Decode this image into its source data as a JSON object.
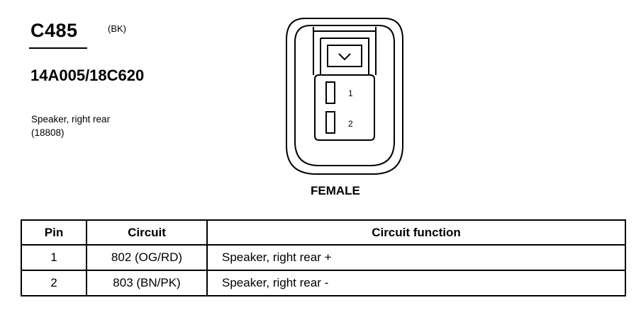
{
  "connector": {
    "id": "C485",
    "color_code": "(BK)",
    "part_number": "14A005/18C620",
    "description_line1": "Speaker, right rear",
    "description_line2": "(18808)",
    "gender": "FEMALE",
    "pin_labels": [
      "1",
      "2"
    ]
  },
  "table": {
    "headers": {
      "pin": "Pin",
      "circuit": "Circuit",
      "function": "Circuit function"
    },
    "rows": [
      {
        "pin": "1",
        "circuit": "802 (OG/RD)",
        "function": "Speaker, right rear  +"
      },
      {
        "pin": "2",
        "circuit": "803 (BN/PK)",
        "function": "Speaker, right rear  -"
      }
    ]
  }
}
